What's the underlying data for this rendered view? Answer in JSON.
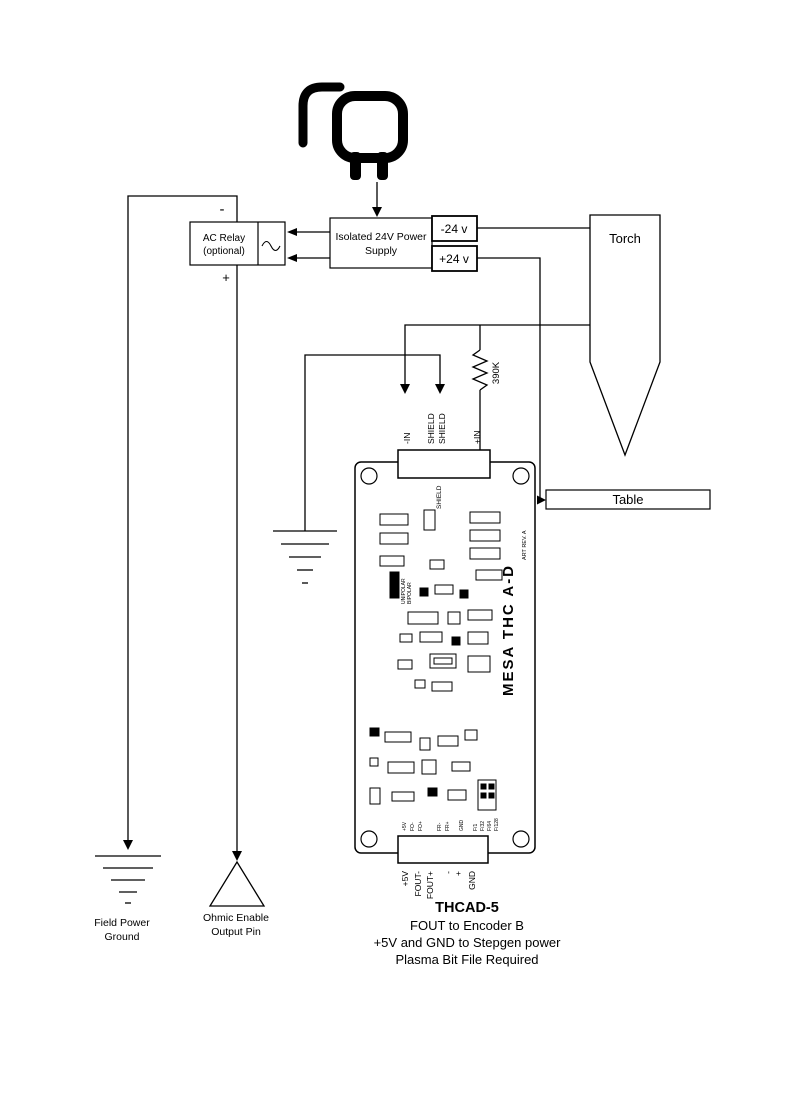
{
  "relay": {
    "line1": "AC Relay",
    "line2": "(optional)",
    "minus": "-",
    "plus": "+"
  },
  "supply": {
    "line1": "Isolated 24V Power",
    "line2": "Supply"
  },
  "rails": {
    "neg": "-24 v",
    "pos": "+24 v"
  },
  "torch": {
    "label": "Torch"
  },
  "table": {
    "label": "Table"
  },
  "resistor": {
    "label": "390K"
  },
  "board": {
    "logo": "MESA THC A-D",
    "rev": "ART REV. A",
    "jumper_unipolar": "UNIPOLAR",
    "jumper_bipolar": "BIPOLAR",
    "top_pins": [
      "-IN",
      "SHIELD",
      "SHIELD",
      "+IN"
    ],
    "shield_inner": "SHIELD",
    "bottom_pins": [
      "+5V",
      "FOUT-",
      "FOUT+",
      "-",
      "+",
      "GND"
    ],
    "inner_bottom_pins": [
      "+5V",
      "FO-",
      "FO+",
      "FR-",
      "FR+",
      "GND"
    ],
    "freq_pins": [
      "F/1",
      "F/32",
      "F/64",
      "F/128"
    ]
  },
  "grounds": {
    "field_line1": "Field Power",
    "field_line2": "Ground",
    "ohmic_line1": "Ohmic Enable",
    "ohmic_line2": "Output Pin"
  },
  "caption": {
    "title": "THCAD-5",
    "line1": "FOUT to  Encoder B",
    "line2": "+5V and GND to Stepgen power",
    "line3": "Plasma Bit File Required"
  },
  "colors": {
    "line": "#000000",
    "background": "#ffffff"
  }
}
